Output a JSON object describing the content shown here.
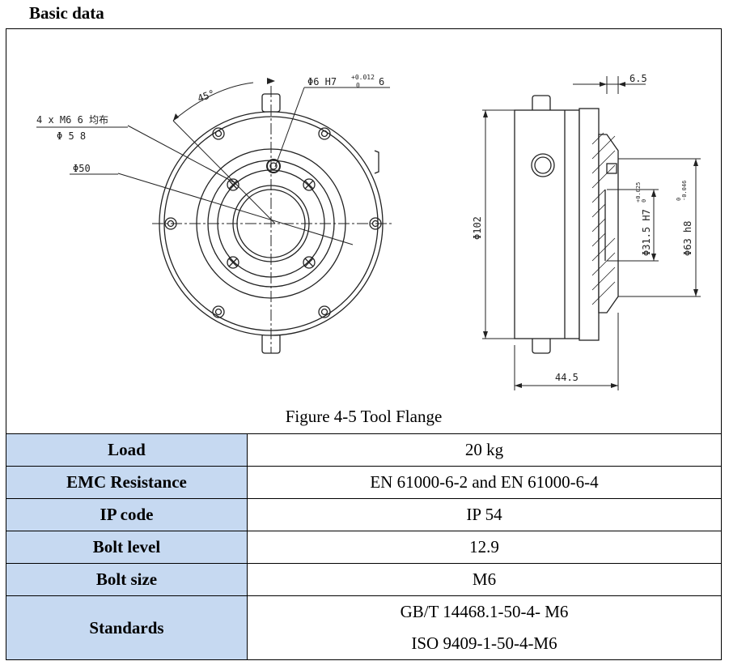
{
  "section_title": "Basic data",
  "figure": {
    "caption": "Figure 4-5 Tool Flange",
    "front_view": {
      "angle_label": "45°",
      "pin_hole_label": "Φ6 H7",
      "pin_tol_upper": "+0.012",
      "pin_tol_lower": "0",
      "pin_depth_label": "6",
      "bolt_label_top": "4 x  M6  6 均布",
      "bolt_label_bottom": "Φ 5  8",
      "circle_label": "Φ50"
    },
    "side_view": {
      "dim_thickness": "6.5",
      "dim_outer": "Φ102",
      "dim_width": "44.5",
      "dim_inner": "Φ31.5 H7",
      "dim_inner_tol_upper": "+0.025",
      "dim_inner_tol_lower": "0",
      "dim_spigot": "Φ63 h8",
      "dim_spigot_tol_upper": "0",
      "dim_spigot_tol_lower": "-0.046"
    }
  },
  "specs": [
    {
      "label": "Load",
      "value": "20 kg"
    },
    {
      "label": "EMC Resistance",
      "value": "EN 61000-6-2 and EN 61000-6-4"
    },
    {
      "label": "IP code",
      "value": "IP 54"
    },
    {
      "label": "Bolt level",
      "value": "12.9"
    },
    {
      "label": "Bolt size",
      "value": "M6"
    },
    {
      "label": "Standards",
      "value_lines": [
        "GB/T 14468.1-50-4- M6",
        "ISO 9409-1-50-4-M6"
      ]
    }
  ]
}
